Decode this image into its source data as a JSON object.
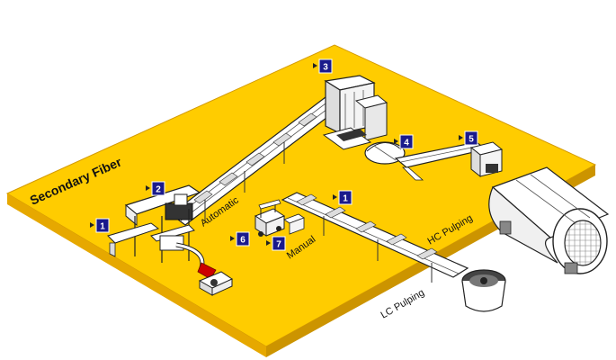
{
  "diagram": {
    "title": "Secondary Fiber",
    "colors": {
      "platform": "#FFCC00",
      "platform_side": "#E6A800",
      "marker_bg": "#1A1A8C",
      "marker_text": "#FFFFFF",
      "equipment": "#FFFFFF",
      "outline": "#222222"
    },
    "labels": {
      "automatic": "Automatic",
      "manual": "Manual",
      "hc_pulping": "HC Pulping",
      "lc_pulping": "LC Pulping"
    },
    "markers": [
      {
        "id": "m1a",
        "number": "1"
      },
      {
        "id": "m2",
        "number": "2"
      },
      {
        "id": "m3",
        "number": "3"
      },
      {
        "id": "m4",
        "number": "4"
      },
      {
        "id": "m5",
        "number": "5"
      },
      {
        "id": "m1b",
        "number": "1"
      },
      {
        "id": "m6",
        "number": "6"
      },
      {
        "id": "m7",
        "number": "7"
      }
    ]
  }
}
